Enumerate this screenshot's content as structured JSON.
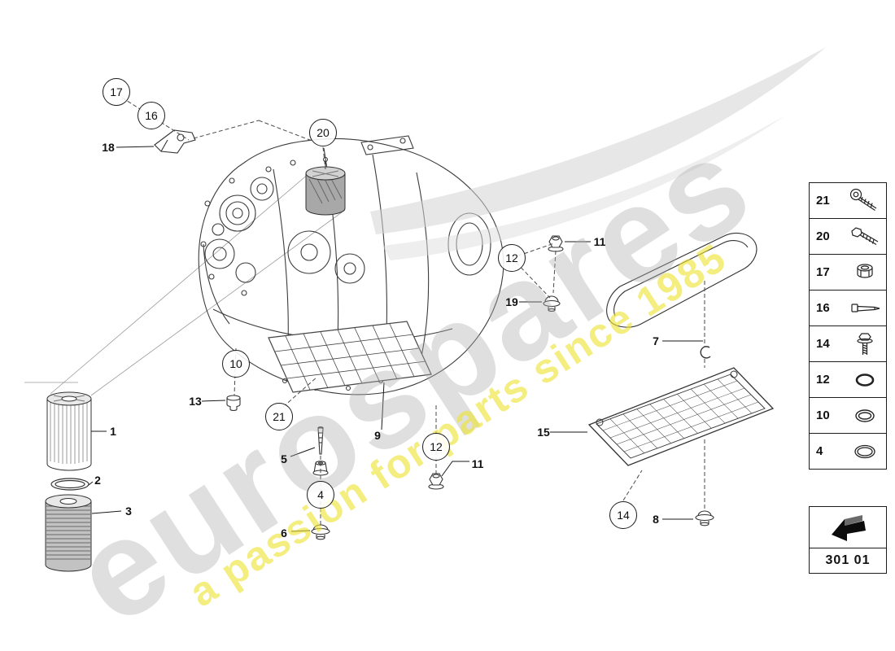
{
  "watermark": {
    "brand": "eurospares",
    "tagline": "a passion for parts since 1985",
    "brand_color": "#aaaaaa",
    "tagline_color": "#eee232"
  },
  "diagram": {
    "code": "301 01"
  },
  "callouts": {
    "c17": {
      "label": "17"
    },
    "c16": {
      "label": "16"
    },
    "c20": {
      "label": "20"
    },
    "c12a": {
      "label": "12"
    },
    "c10": {
      "label": "10"
    },
    "c21": {
      "label": "21"
    },
    "c12b": {
      "label": "12"
    },
    "c4": {
      "label": "4"
    },
    "c14": {
      "label": "14"
    },
    "p18": {
      "label": "18"
    },
    "p11a": {
      "label": "11"
    },
    "p19": {
      "label": "19"
    },
    "p13": {
      "label": "13"
    },
    "p9": {
      "label": "9"
    },
    "p5": {
      "label": "5"
    },
    "p11b": {
      "label": "11"
    },
    "p6": {
      "label": "6"
    },
    "p15": {
      "label": "15"
    },
    "p7": {
      "label": "7"
    },
    "p8": {
      "label": "8"
    },
    "p1": {
      "label": "1"
    },
    "p2": {
      "label": "2"
    },
    "p3": {
      "label": "3"
    }
  },
  "sidebar": {
    "items": [
      {
        "label": "21",
        "icon": "socket-head-bolt-icon"
      },
      {
        "label": "20",
        "icon": "hex-bolt-icon"
      },
      {
        "label": "17",
        "icon": "cap-nut-icon"
      },
      {
        "label": "16",
        "icon": "sensor-pin-icon"
      },
      {
        "label": "14",
        "icon": "flange-bolt-icon"
      },
      {
        "label": "12",
        "icon": "o-ring-icon"
      },
      {
        "label": "10",
        "icon": "o-ring-icon"
      },
      {
        "label": "4",
        "icon": "o-ring-icon"
      }
    ]
  }
}
